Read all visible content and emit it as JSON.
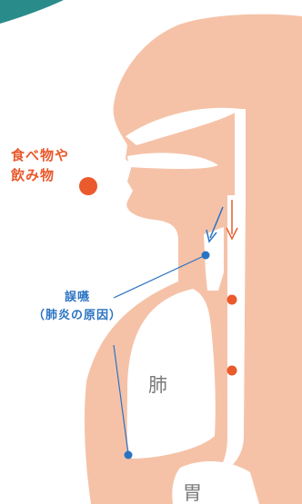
{
  "food_label": {
    "line1": "食べ物や",
    "line2": "飲み物"
  },
  "aspiration_label": {
    "line1": "誤嚥",
    "line2": "（肺炎の原因）"
  },
  "organ_labels": {
    "lung": "肺",
    "stomach": "胃"
  },
  "colors": {
    "body": "#f5c2a8",
    "airway": "#ffffff",
    "food": "#ea5a2c",
    "aspiration": "#2a73c2",
    "label_gray": "#7a7a7a",
    "corner_accent": "#2a8c8a"
  }
}
